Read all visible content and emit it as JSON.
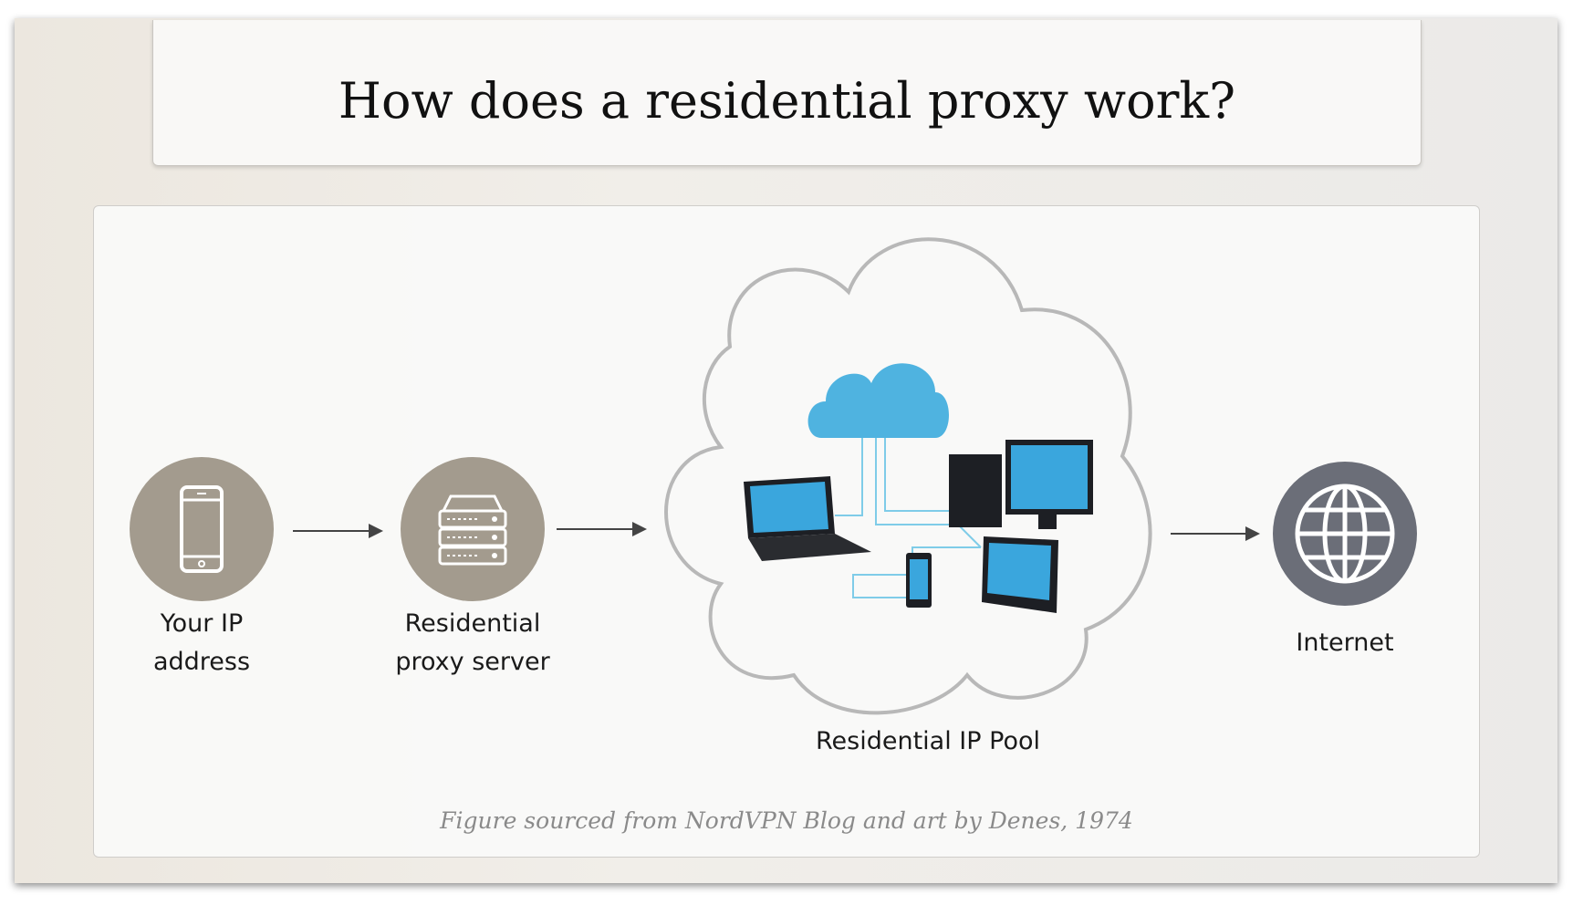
{
  "title": "How does a residential proxy work?",
  "nodes": [
    {
      "label_line1": "Your IP",
      "label_line2": "address",
      "icon": "smartphone-icon"
    },
    {
      "label_line1": "Residential",
      "label_line2": "proxy server",
      "icon": "server-icon"
    },
    {
      "label": "Residential IP Pool",
      "icon": "device-network-cloud"
    },
    {
      "label": "Internet",
      "icon": "globe-icon"
    }
  ],
  "caption": "Figure sourced from NordVPN Blog and art by Denes, 1974",
  "colors": {
    "node": "#a39b8e",
    "globe": "#6b6e78",
    "cloud": "#4fb3e0"
  }
}
